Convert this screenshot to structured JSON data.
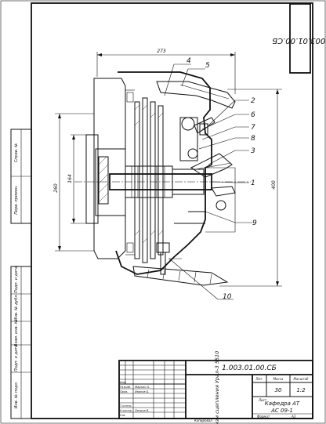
{
  "sheet": {
    "stamp_code": "1.003.01.00.СБ",
    "doc_code": "1.003.01.00.СБ",
    "title": "Механизм сцепления Урал-3 5510",
    "mass_header": "Масса",
    "scale_header": "Масштаб",
    "lit_header": "Лит.",
    "mass_value": "30",
    "scale_value": "1:2",
    "sheet_label": "Лист",
    "format_label": "Формат",
    "format_value": "А3",
    "copied_label": "Копировал",
    "dept": "Кафедра АТ",
    "group": "АС 09-1"
  },
  "dimensions": {
    "width": "273",
    "d1": "164",
    "d2": "260",
    "d3": "400"
  },
  "callouts": [
    "1",
    "2",
    "3",
    "4",
    "5",
    "6",
    "7",
    "8",
    "9",
    "10"
  ],
  "side_margin": [
    "Подп. и дата",
    "Инв. № дубл.",
    "Взам. инв. №",
    "Подп. и дата",
    "Инв. № подл.",
    "Справ. №",
    "Перв. примен."
  ],
  "roles": [
    "Изм.",
    "Разраб.",
    "Пров.",
    "Т.контр.",
    "Н.контр.",
    "Утв."
  ],
  "names": [
    "Маркин А.",
    "Иванов Б.",
    "Петров В."
  ]
}
